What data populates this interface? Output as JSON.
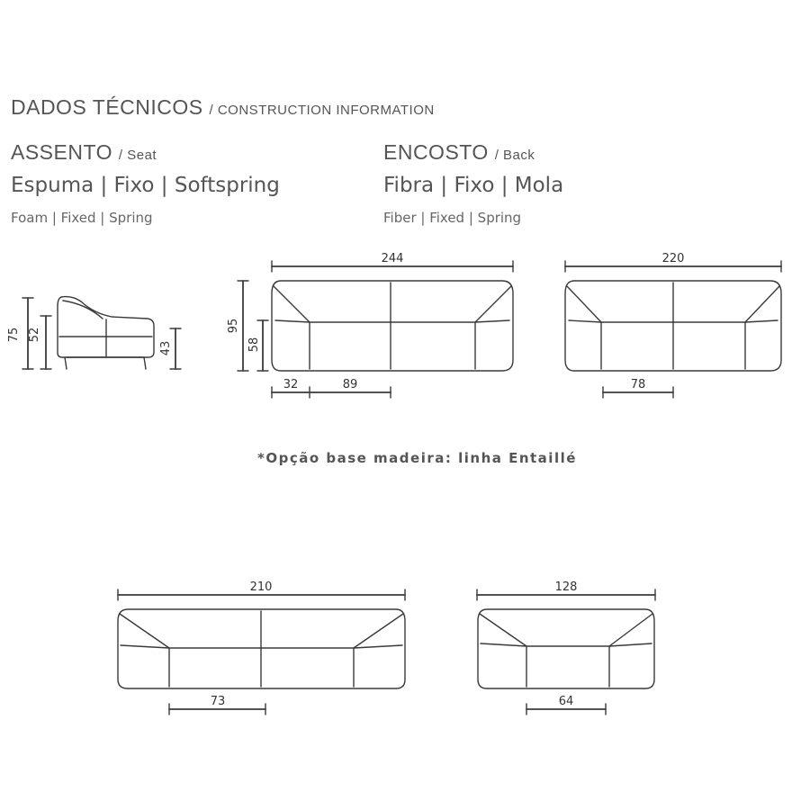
{
  "header": {
    "title": "DADOS TÉCNICOS",
    "subtitle": "/ CONSTRUCTION INFORMATION"
  },
  "seat": {
    "label": "ASSENTO",
    "label_en": "/ Seat",
    "materials": "Espuma | Fixo | Softspring",
    "materials_en": "Foam | Fixed | Spring"
  },
  "back": {
    "label": "ENCOSTO",
    "label_en": "/ Back",
    "materials": "Fibra | Fixo | Mola",
    "materials_en": "Fiber | Fixed | Spring"
  },
  "side_view": {
    "height_total": "75",
    "height_seat": "52",
    "height_arm": "43"
  },
  "sofa_244": {
    "width": "244",
    "height_total": "95",
    "height_seat": "58",
    "arm_width": "32",
    "seat_width": "89"
  },
  "sofa_220": {
    "width": "220",
    "seat_width": "78"
  },
  "note": "*Opção base madeira: linha Entaillé",
  "sofa_210": {
    "width": "210",
    "seat_width": "73"
  },
  "sofa_128": {
    "width": "128",
    "seat_width": "64"
  },
  "colors": {
    "line": "#3a3a3a",
    "text": "#555555"
  }
}
